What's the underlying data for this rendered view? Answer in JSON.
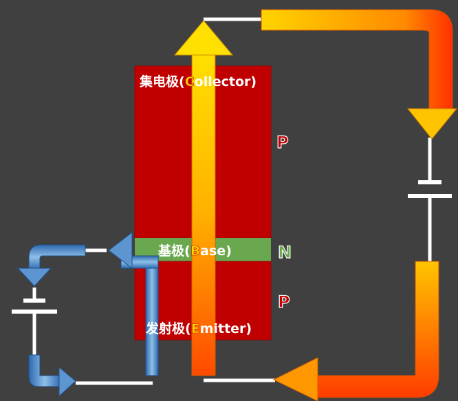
{
  "colors": {
    "background": "#404040",
    "p_region": "#c00000",
    "n_region": "#6aa84f",
    "wire": "#ffffff",
    "main_flow": "orange-yellow gradient",
    "base_flow": "blue gradient",
    "letter_highlight": "#cc0000",
    "p_letter": "#c00000",
    "n_letter": "#6aa84f"
  },
  "labels": {
    "collector": {
      "prefix": "集电极(",
      "letter": "C",
      "suffix": "ollector)"
    },
    "base": {
      "prefix": "基极(",
      "letter": "B",
      "suffix": "ase)"
    },
    "emitter": {
      "prefix": "发射极(",
      "letter": "E",
      "suffix": "mitter)"
    }
  },
  "regions": {
    "top": "P",
    "middle": "N",
    "bottom": "P"
  }
}
